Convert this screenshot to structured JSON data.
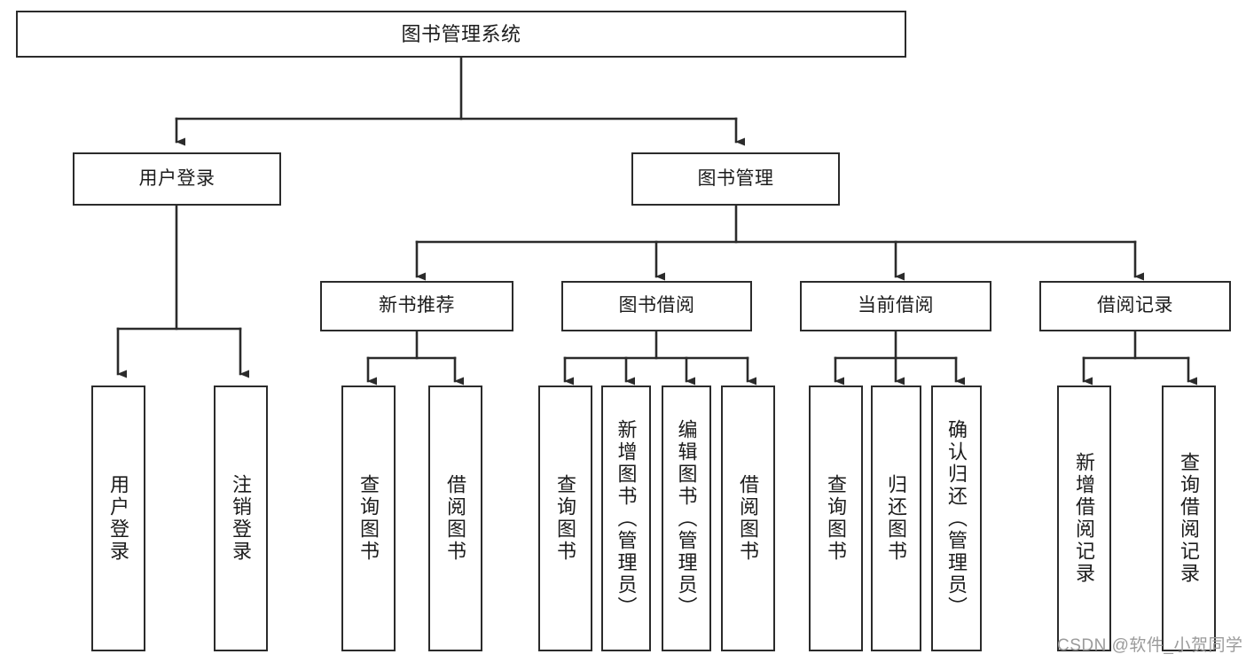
{
  "diagram": {
    "title": "图书管理系统",
    "type": "functional-structure-tree",
    "colors": {
      "stroke": "#2b2b2b",
      "fill": "#ffffff",
      "text": "#1c1c1c",
      "watermark": "#9b9b9b"
    },
    "watermark": "CSDN @软件_小贺同学",
    "nodes": {
      "root": {
        "label": "图书管理系统"
      },
      "level2": [
        {
          "id": "user-login",
          "label": "用户登录"
        },
        {
          "id": "book-manage",
          "label": "图书管理"
        }
      ],
      "level3": [
        {
          "id": "new-book-recommend",
          "label": "新书推荐"
        },
        {
          "id": "book-borrow",
          "label": "图书借阅"
        },
        {
          "id": "current-borrow",
          "label": "当前借阅"
        },
        {
          "id": "borrow-record",
          "label": "借阅记录"
        }
      ],
      "leaves": {
        "user_login": [
          {
            "id": "leaf-user-login",
            "label": "用户登录"
          },
          {
            "id": "leaf-logout",
            "label": "注销登录"
          }
        ],
        "new_book_recommend": [
          {
            "id": "leaf-query-book-1",
            "label": "查询图书"
          },
          {
            "id": "leaf-borrow-book-1",
            "label": "借阅图书"
          }
        ],
        "book_borrow": [
          {
            "id": "leaf-query-book-2",
            "label": "查询图书"
          },
          {
            "id": "leaf-add-book",
            "label": "新增图书（管理员）"
          },
          {
            "id": "leaf-edit-book",
            "label": "编辑图书（管理员）"
          },
          {
            "id": "leaf-borrow-book-2",
            "label": "借阅图书"
          }
        ],
        "current_borrow": [
          {
            "id": "leaf-query-book-3",
            "label": "查询图书"
          },
          {
            "id": "leaf-return-book",
            "label": "归还图书"
          },
          {
            "id": "leaf-confirm-return",
            "label": "确认归还（管理员）"
          }
        ],
        "borrow_record": [
          {
            "id": "leaf-add-record",
            "label": "新增借阅记录"
          },
          {
            "id": "leaf-query-record",
            "label": "查询借阅记录"
          }
        ]
      }
    }
  }
}
